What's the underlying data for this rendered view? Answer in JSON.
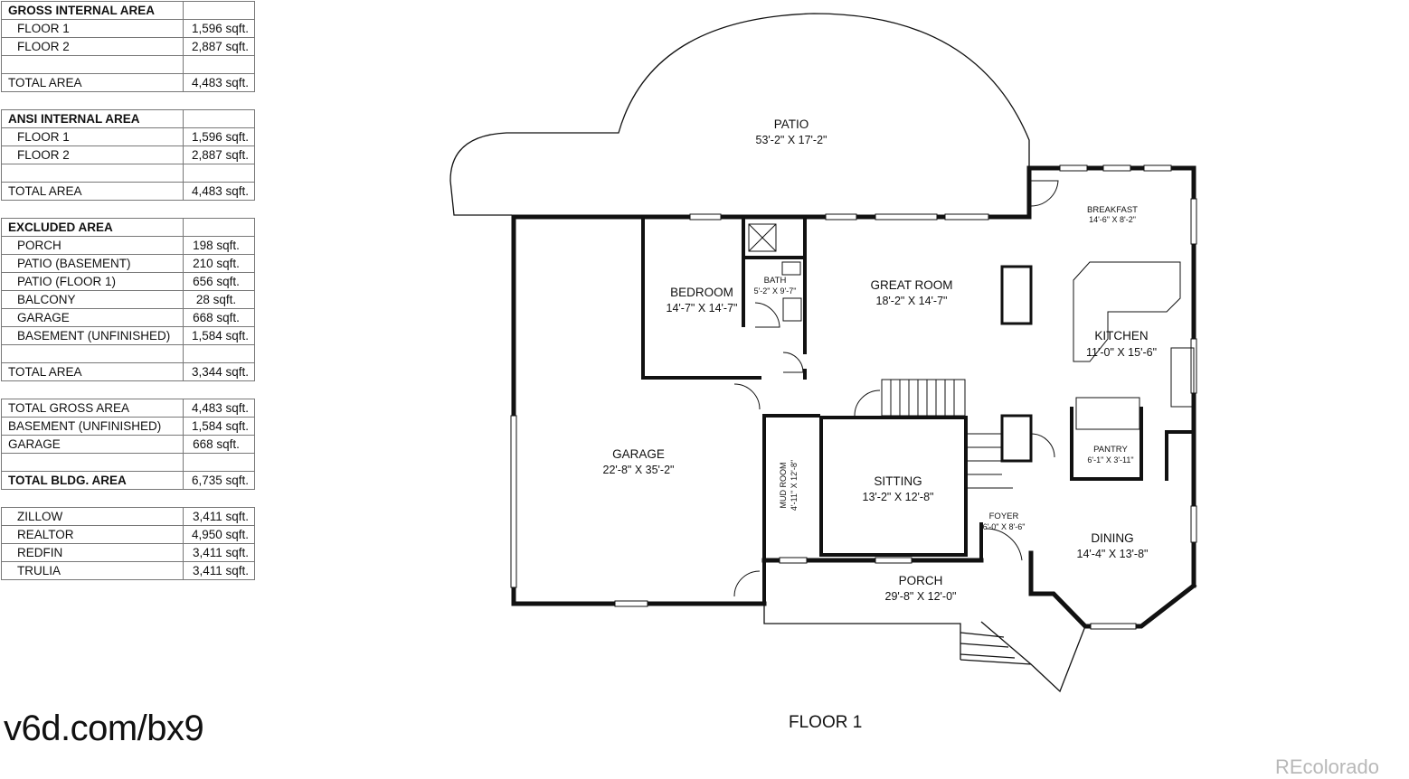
{
  "tables": {
    "gross": {
      "title": "GROSS INTERNAL AREA",
      "rows": [
        {
          "label": "FLOOR 1",
          "value": "1,596 sqft."
        },
        {
          "label": "FLOOR 2",
          "value": "2,887 sqft."
        }
      ],
      "total_label": "TOTAL AREA",
      "total_value": "4,483 sqft."
    },
    "ansi": {
      "title": "ANSI INTERNAL AREA",
      "rows": [
        {
          "label": "FLOOR 1",
          "value": "1,596 sqft."
        },
        {
          "label": "FLOOR 2",
          "value": "2,887 sqft."
        }
      ],
      "total_label": "TOTAL AREA",
      "total_value": "4,483 sqft."
    },
    "excluded": {
      "title": "EXCLUDED AREA",
      "rows": [
        {
          "label": "PORCH",
          "value": "198 sqft."
        },
        {
          "label": "PATIO (BASEMENT)",
          "value": "210 sqft."
        },
        {
          "label": "PATIO (FLOOR 1)",
          "value": "656 sqft."
        },
        {
          "label": "BALCONY",
          "value": "28 sqft."
        },
        {
          "label": "GARAGE",
          "value": "668 sqft."
        },
        {
          "label": "BASEMENT (UNFINISHED)",
          "value": "1,584 sqft."
        }
      ],
      "total_label": "TOTAL AREA",
      "total_value": "3,344 sqft."
    },
    "summary": {
      "rows": [
        {
          "label": "TOTAL GROSS AREA",
          "value": "4,483 sqft."
        },
        {
          "label": "BASEMENT (UNFINISHED)",
          "value": "1,584 sqft."
        },
        {
          "label": "GARAGE",
          "value": "668 sqft."
        }
      ],
      "total_label": "TOTAL BLDG. AREA",
      "total_value": "6,735 sqft."
    },
    "portals": {
      "rows": [
        {
          "label": "ZILLOW",
          "value": "3,411 sqft."
        },
        {
          "label": "REALTOR",
          "value": "4,950 sqft."
        },
        {
          "label": "REDFIN",
          "value": "3,411 sqft."
        },
        {
          "label": "TRULIA",
          "value": "3,411 sqft."
        }
      ]
    }
  },
  "rooms": {
    "patio": {
      "name": "PATIO",
      "dims": "53'-2\" X 17'-2\""
    },
    "breakfast": {
      "name": "BREAKFAST",
      "dims": "14'-6\" X 8'-2\""
    },
    "bedroom": {
      "name": "BEDROOM",
      "dims": "14'-7\" X 14'-7\""
    },
    "bath": {
      "name": "BATH",
      "dims": "5'-2\" X 9'-7\""
    },
    "great_room": {
      "name": "GREAT ROOM",
      "dims": "18'-2\" X 14'-7\""
    },
    "kitchen": {
      "name": "KITCHEN",
      "dims": "11'-0\" X 15'-6\""
    },
    "garage": {
      "name": "GARAGE",
      "dims": "22'-8\" X 35'-2\""
    },
    "mud_room": {
      "name": "MUD ROOM",
      "dims": "4'-11\" X 12'-8\""
    },
    "sitting": {
      "name": "SITTING",
      "dims": "13'-2\" X 12'-8\""
    },
    "pantry": {
      "name": "PANTRY",
      "dims": "6'-1\" X 3'-11\""
    },
    "foyer": {
      "name": "FOYER",
      "dims": "6'-0\" X 8'-6\""
    },
    "dining": {
      "name": "DINING",
      "dims": "14'-4\" X 13'-8\""
    },
    "porch": {
      "name": "PORCH",
      "dims": "29'-8\" X 12'-0\""
    }
  },
  "floor_label": "FLOOR 1",
  "url": "v6d.com/bx9",
  "watermark": "REcolorado"
}
